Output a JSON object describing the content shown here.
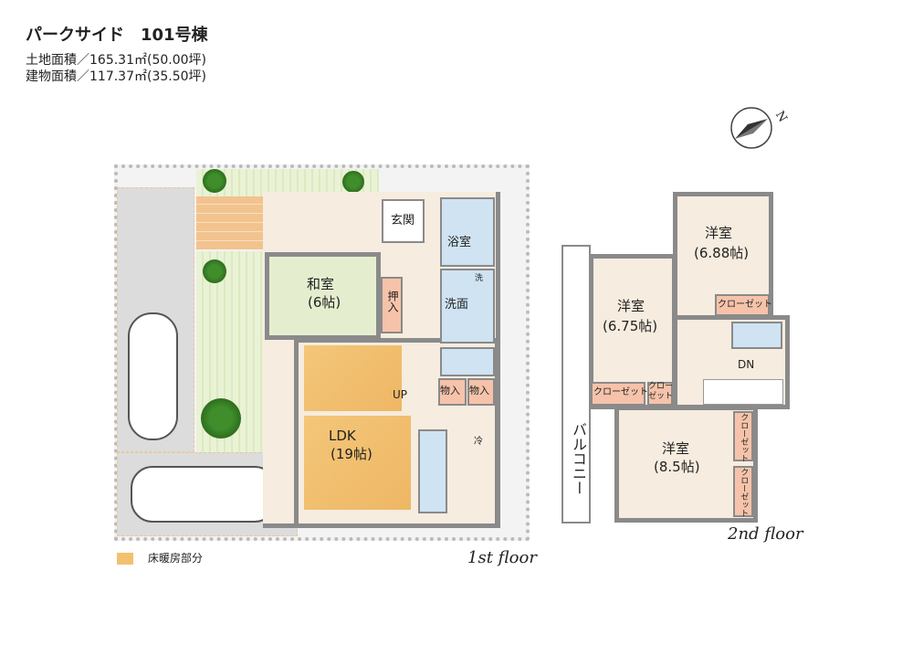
{
  "header": {
    "title": "パークサイド　101号棟",
    "land_area": "土地面積／165.31㎡(50.00坪)",
    "building_area": "建物面積／117.37㎡(35.50坪)"
  },
  "compass": {
    "label": "N"
  },
  "floor1": {
    "label": "1st floor",
    "rooms": {
      "washitsu": "和室",
      "washitsu_size": "(6帖)",
      "oshiire": "押入",
      "genkan": "玄関",
      "bath": "浴室",
      "wash_small": "洗",
      "senmen": "洗面",
      "monoire1": "物入",
      "monoire2": "物入",
      "up": "UP",
      "ldk": "LDK",
      "ldk_size": "(19帖)",
      "fridge": "冷"
    }
  },
  "floor2": {
    "label": "2nd floor",
    "rooms": {
      "room1": "洋室",
      "room1_size": "(6.88帖)",
      "room2": "洋室",
      "room2_size": "(6.75帖)",
      "room3": "洋室",
      "room3_size": "(8.5帖)",
      "closet": "クローゼット",
      "closet_short": "クロー\nゼット",
      "dn": "DN",
      "balcony": "バルコニー"
    }
  },
  "legend": {
    "label": "床暖房部分",
    "color": "#f2c16f"
  }
}
